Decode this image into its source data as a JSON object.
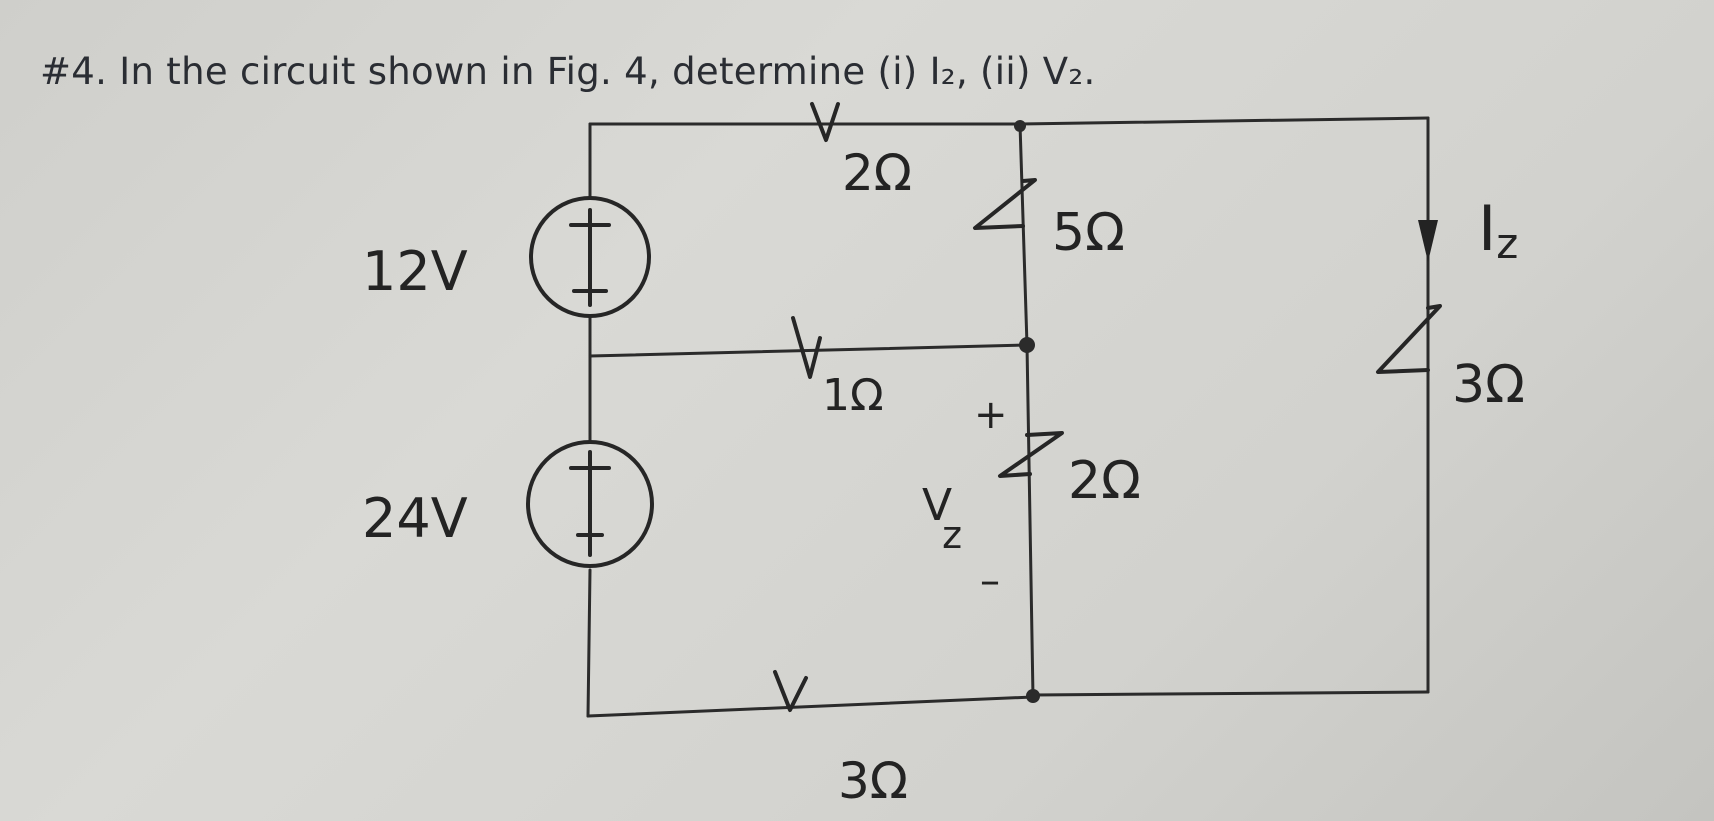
{
  "question": "#4. In the circuit shown in Fig. 4, determine (i) I₂, (ii) V₂.",
  "labels": {
    "source_top": "12V",
    "source_bottom": "24V",
    "r_top": "2Ω",
    "r_upper_mid": "5Ω",
    "r_middle": "1Ω",
    "r_lower_mid": "2Ω",
    "r_bottom": "3Ω",
    "r_right": "3Ω",
    "current": "I",
    "current_sub": "z",
    "voltage": "V",
    "voltage_sub": "z",
    "plus": "+",
    "minus": "–"
  }
}
